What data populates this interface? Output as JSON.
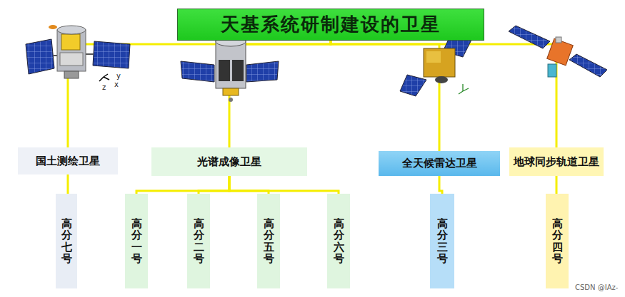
{
  "diagram": {
    "nodes": [
      {
        "text": [
          "天基系统研制建设的卫星"
        ]
      },
      {
        "text": [
          "国土测绘卫星"
        ]
      },
      {
        "text": [
          "光谱成像卫星"
        ]
      },
      {
        "text": [
          "全天候雷达卫星"
        ]
      },
      {
        "text": [
          "地球同步轨道卫星"
        ]
      },
      {
        "text": [
          "高分七号"
        ]
      },
      {
        "text": [
          "高分一号"
        ]
      },
      {
        "text": [
          "高分二号"
        ]
      },
      {
        "text": [
          "高分五号"
        ]
      },
      {
        "text": [
          "高分六号"
        ]
      },
      {
        "text": [
          "高分三号"
        ]
      },
      {
        "text": [
          "高分四号"
        ]
      }
    ],
    "edges": [
      {
        "from": 0,
        "to": 1,
        "arrow": "none"
      },
      {
        "from": 0,
        "to": 2,
        "arrow": "none"
      },
      {
        "from": 0,
        "to": 3,
        "arrow": "none"
      },
      {
        "from": 0,
        "to": 4,
        "arrow": "none"
      },
      {
        "from": 1,
        "to": 5,
        "arrow": "none"
      },
      {
        "from": 2,
        "to": 6,
        "arrow": "none"
      },
      {
        "from": 2,
        "to": 7,
        "arrow": "none"
      },
      {
        "from": 2,
        "to": 8,
        "arrow": "none"
      },
      {
        "from": 2,
        "to": 9,
        "arrow": "none"
      },
      {
        "from": 3,
        "to": 10,
        "arrow": "none"
      },
      {
        "from": 4,
        "to": 11,
        "arrow": "none"
      }
    ],
    "labels": [
      "y",
      "x",
      "z",
      "CSDN @IAz-"
    ]
  }
}
